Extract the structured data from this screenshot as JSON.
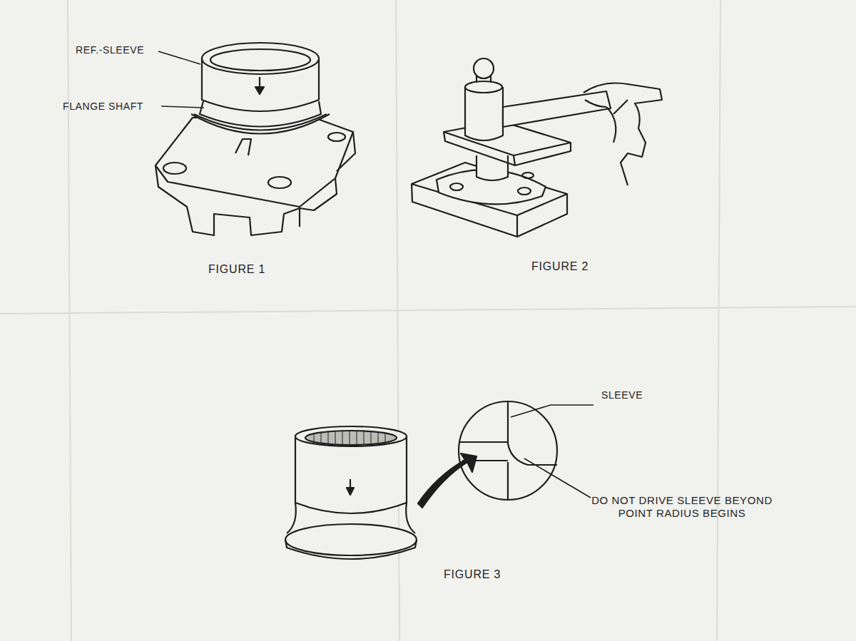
{
  "diagram": {
    "labels": [
      "REF.-SLEEVE",
      "FLANGE SHAFT",
      "FIGURE 1",
      "FIGURE 2",
      "SLEEVE",
      "DO NOT DRIVE SLEEVE BEYOND POINT RADIUS BEGINS",
      "FIGURE 3"
    ]
  }
}
